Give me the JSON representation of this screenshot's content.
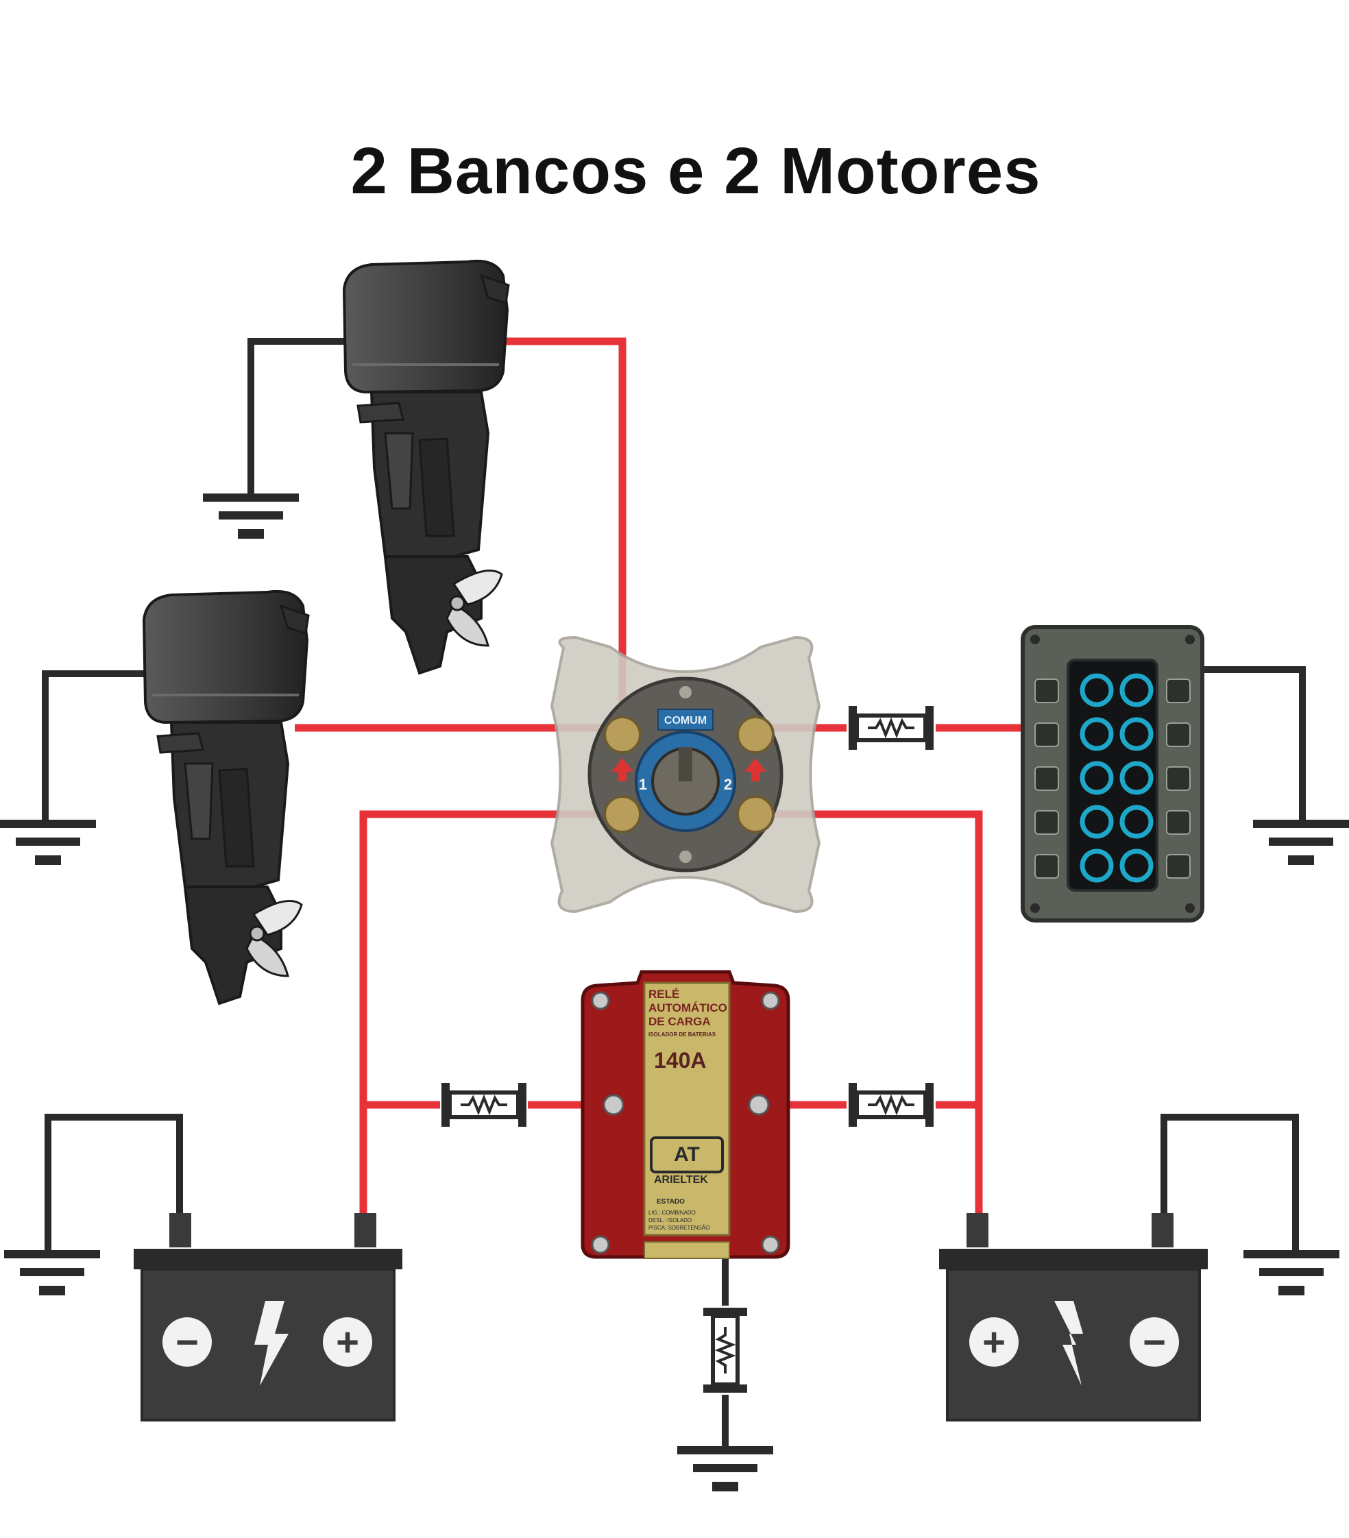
{
  "title": "2 Bancos e 2 Motores",
  "colors": {
    "positive_wire": "#e8323a",
    "ground_wire": "#2a2a2a",
    "battery_body": "#3a3a3a",
    "relay_body": "#9e1a1a",
    "relay_label": "#c9b86a",
    "switch_body": "#c9c5bd",
    "switch_dial": "#2a6ea8",
    "panel_frame": "#5a5f57",
    "panel_button_ring": "#1fa7c9"
  },
  "components": {
    "battery_switch": {
      "badge": "COMUM",
      "dial_left": "1",
      "dial_right": "2"
    },
    "relay": {
      "line1": "RELÉ",
      "line2": "AUTOMÁTICO",
      "line3": "DE CARGA",
      "line4": "ISOLADOR DE BATERIAS",
      "rating": "140A",
      "brand": "ARIELTEK",
      "status_title": "ESTADO",
      "status_1": "LIG.: COMBINADO",
      "status_2": "DESL.: ISOLADO",
      "status_3": "PISCA: SOBRETENSÃO"
    },
    "switch_panel": {
      "buttons": 10
    },
    "battery_left": {
      "left_terminal": "−",
      "right_terminal": "+"
    },
    "battery_right": {
      "left_terminal": "+",
      "right_terminal": "−"
    }
  }
}
